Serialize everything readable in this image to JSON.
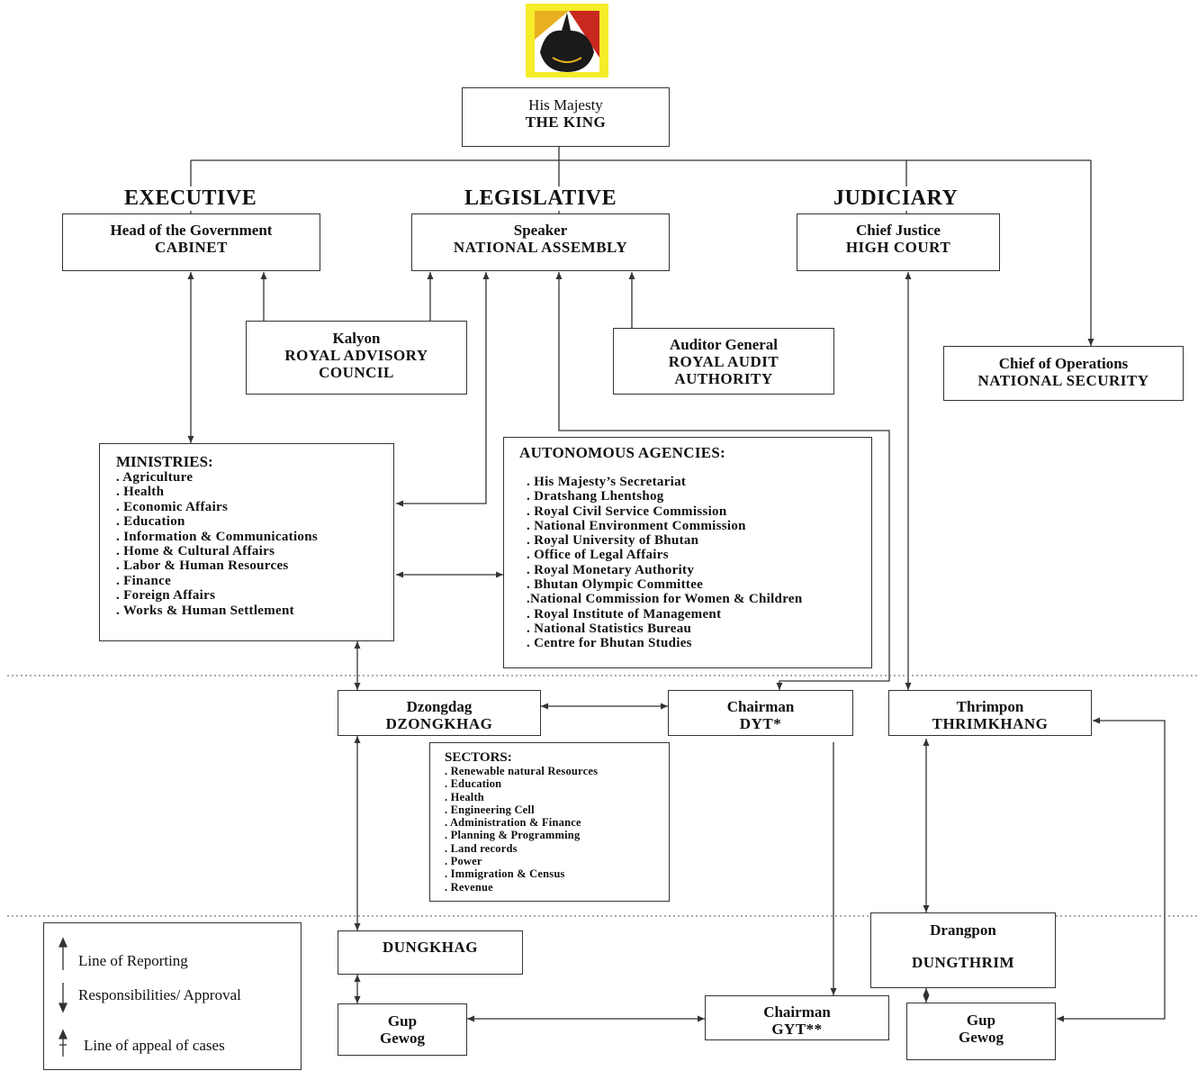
{
  "king": {
    "line1": "His Majesty",
    "line2": "THE KING"
  },
  "branches": {
    "executive": "EXECUTIVE",
    "legislative": "LEGISLATIVE",
    "judiciary": "JUDICIARY"
  },
  "cabinet": {
    "line1": "Head of the Government",
    "line2": "CABINET"
  },
  "assembly": {
    "line1": "Speaker",
    "line2": "NATIONAL ASSEMBLY"
  },
  "court": {
    "line1": "Chief Justice",
    "line2": "HIGH COURT"
  },
  "advisory": {
    "line1": "Kalyon",
    "line2": "ROYAL ADVISORY",
    "line3": "COUNCIL"
  },
  "audit": {
    "line1": "Auditor General",
    "line2": "ROYAL AUDIT",
    "line3": "AUTHORITY"
  },
  "security": {
    "line1": "Chief of Operations",
    "line2": "NATIONAL SECURITY"
  },
  "ministries": {
    "title": "MINISTRIES:",
    "items": [
      ". Agriculture",
      ". Health",
      ". Economic Affairs",
      ". Education",
      ". Information & Communications",
      ". Home & Cultural Affairs",
      ". Labor & Human Resources",
      ". Finance",
      ". Foreign Affairs",
      ". Works & Human Settlement"
    ]
  },
  "agencies": {
    "title": "AUTONOMOUS AGENCIES:",
    "items": [
      ". His Majesty’s Secretariat",
      ". Dratshang Lhentshog",
      ". Royal Civil Service Commission",
      ". National Environment Commission",
      ". Royal University of Bhutan",
      ". Office of Legal Affairs",
      ". Royal Monetary Authority",
      ". Bhutan Olympic Committee",
      ".National Commission for Women & Children",
      ". Royal Institute of Management",
      ". National Statistics Bureau",
      ". Centre for Bhutan Studies"
    ]
  },
  "dzongkhag": {
    "line1": "Dzongdag",
    "line2": "DZONGKHAG"
  },
  "dyt": {
    "line1": "Chairman",
    "line2": "DYT*"
  },
  "thrimkhang": {
    "line1": "Thrimpon",
    "line2": "THRIMKHANG"
  },
  "sectors": {
    "title": "SECTORS:",
    "items": [
      ". Renewable natural Resources",
      ". Education",
      ". Health",
      ". Engineering Cell",
      ". Administration & Finance",
      ". Planning & Programming",
      ". Land records",
      ". Power",
      ". Immigration & Census",
      ".  Revenue"
    ]
  },
  "dungkhag": {
    "line1": "DUNGKHAG"
  },
  "dungthrim": {
    "line1": "Drangpon",
    "line2": "DUNGTHRIM"
  },
  "gewog_left": {
    "line1": "Gup",
    "line2": "Gewog"
  },
  "gyt": {
    "line1": "Chairman",
    "line2": "GYT**"
  },
  "gewog_right": {
    "line1": "Gup",
    "line2": "Gewog"
  },
  "legend": {
    "reporting": "Line of Reporting",
    "responsibilities": "Responsibilities/ Approval",
    "appeal": "Line of appeal of cases"
  },
  "colors": {
    "emblem_bg": "#f5ec2a",
    "emblem_red": "#c8281e",
    "emblem_dark": "#1a1a1a",
    "line": "#333333"
  }
}
